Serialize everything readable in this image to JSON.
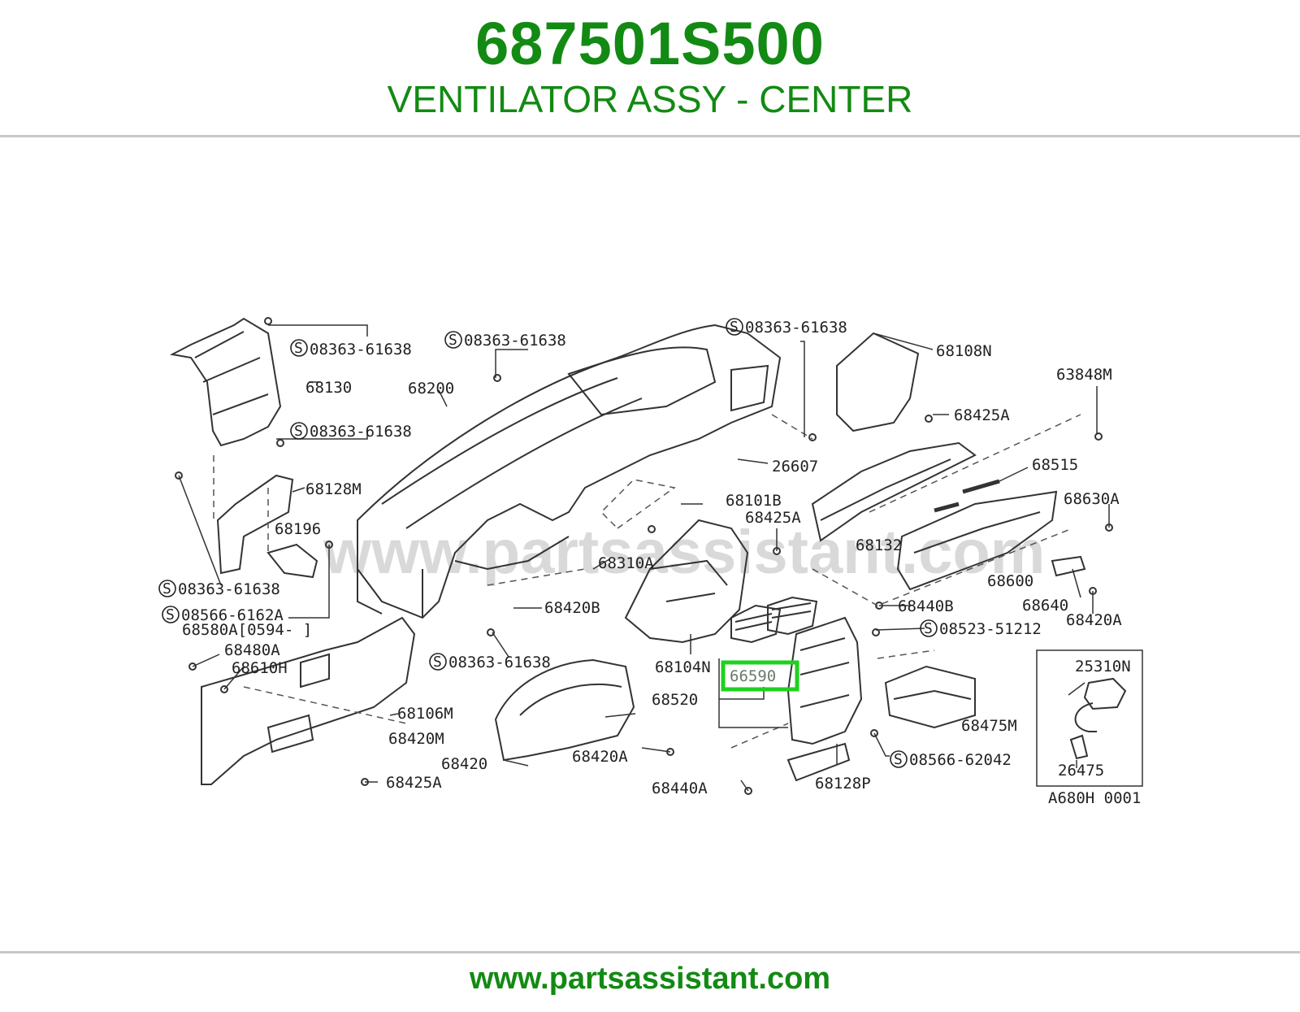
{
  "header": {
    "part_number": "687501S500",
    "part_name": "VENTILATOR ASSY - CENTER"
  },
  "footer": {
    "url": "www.partsassistant.com"
  },
  "diagram": {
    "watermark": "www.partsassistant.com",
    "drawing_code": "A680H 0001",
    "highlighted_part": "66590",
    "callouts": {
      "s_08363_61638_a": "08363-61638",
      "s_08363_61638_b": "08363-61638",
      "s_08363_61638_c": "08363-61638",
      "s_08363_61638_d": "08363-61638",
      "s_08363_61638_e": "08363-61638",
      "s_08363_61638_f": "08363-61638",
      "s_08566_6162a": "08566-6162A",
      "s_08523_51212": "08523-51212",
      "s_08566_62042": "08566-62042",
      "p68130": "68130",
      "p68200": "68200",
      "p68128m": "68128M",
      "p68196": "68196",
      "p68580a": "68580A[0594-      ]",
      "p68480a": "68480A",
      "p68610h": "68610H",
      "p68106m": "68106M",
      "p68420m": "68420M",
      "p68425a_a": "68425A",
      "p68425a_b": "68425A",
      "p68425a_c": "68425A",
      "p68420": "68420",
      "p68420a_a": "68420A",
      "p68420a_b": "68420A",
      "p68420b": "68420B",
      "p68310a": "68310A",
      "p68101b": "68101B",
      "p26607": "26607",
      "p68108n": "68108N",
      "p63848m": "63848M",
      "p68515": "68515",
      "p68630a": "68630A",
      "p68132": "68132",
      "p68600": "68600",
      "p68640": "68640",
      "p68440b": "68440B",
      "p68104n": "68104N",
      "p68520": "68520",
      "p68475m": "68475M",
      "p68128p": "68128P",
      "p68440a": "68440A",
      "p25310n": "25310N",
      "p26475": "26475"
    }
  }
}
